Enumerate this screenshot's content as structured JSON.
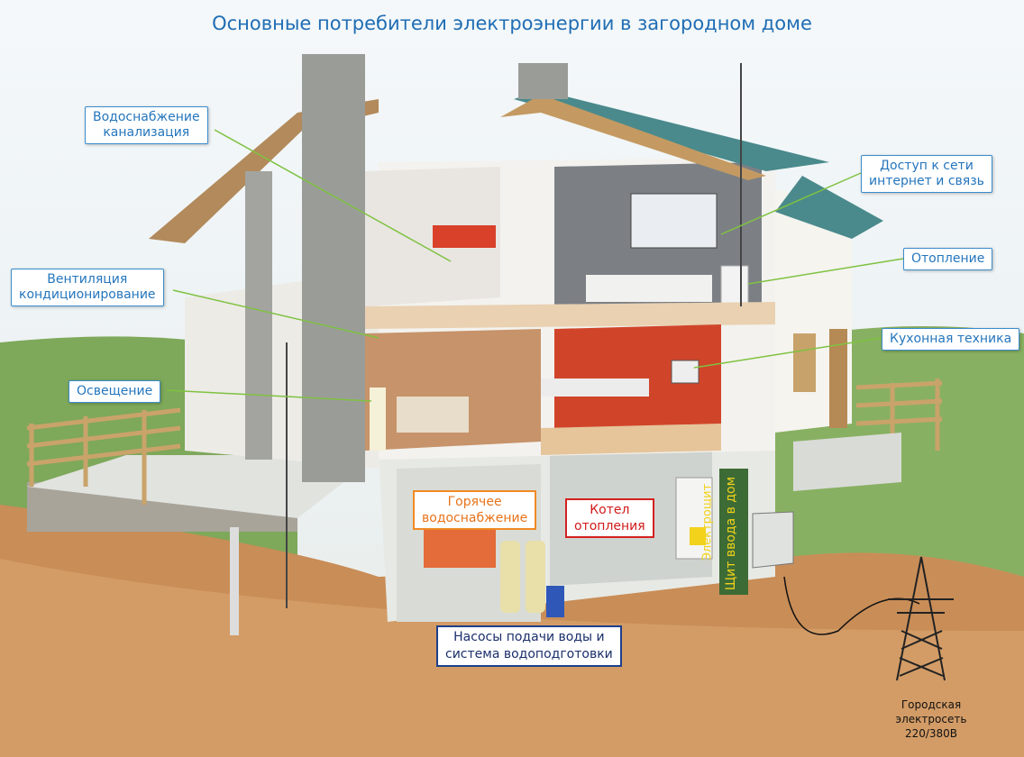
{
  "title": "Основные потребители электроэнергии в загородном доме",
  "labels": {
    "water_supply": [
      "Водоснабжение",
      "канализация"
    ],
    "internet": [
      "Доступ к сети",
      "интернет и связь"
    ],
    "heating": "Отопление",
    "ventilation": [
      "Вентиляция",
      "кондиционирование"
    ],
    "kitchen": "Кухонная техника",
    "lighting": "Освещение",
    "hot_water": [
      "Горячее",
      "водоснабжение"
    ],
    "boiler": [
      "Котел",
      "отопления"
    ],
    "pumps": [
      "Насосы подачи воды и",
      "система водоподготовки"
    ],
    "panel": "Щит ввода в дом",
    "panel_sign": "Электрощит",
    "city_grid": [
      "Городская",
      "электросеть",
      "220/380В"
    ]
  },
  "colors": {
    "label_border": "#3a8ccc",
    "label_text": "#2576bd",
    "hot_water_border": "#f08a24",
    "boiler_border": "#d42020",
    "pumps_border": "#1d3f8a",
    "leader_line": "#7fc241",
    "roof": "#4a8a8c",
    "stone": "#9a9c98",
    "ground": "#c98d57"
  }
}
